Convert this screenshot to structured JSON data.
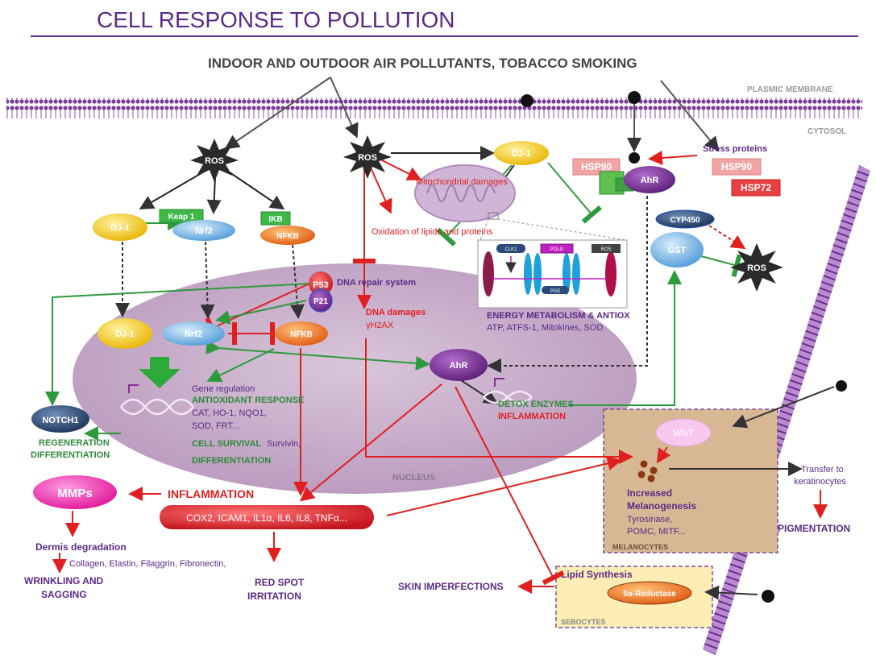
{
  "title": "CELL RESPONSE TO POLLUTION",
  "pollutants": "INDOOR AND OUTDOOR AIR POLLUTANTS, TOBACCO SMOKING",
  "membrane": {
    "label": "PLASMIC MEMBRANE",
    "cytosol": "CYTOSOL"
  },
  "ros": {
    "left": "ROS",
    "center": "ROS",
    "right": "ROS"
  },
  "nodes": {
    "dj1_top": "DJ-1",
    "dj1_left": "DJ-1",
    "dj1_nucleus": "DJ-1",
    "keap1": "Keap 1",
    "nrf2_cyto": "Nrf2",
    "nrf2_nucleus": "Nrf2",
    "ikb": "IKB",
    "nfkb_cyto": "NFKB",
    "nfkb_nucleus": "NFKB",
    "p53": "P53",
    "p21": "P21",
    "ahr_cyto": "AhR",
    "ahr_nucleus": "AhR",
    "hsp90_left": "HSP90",
    "hsp90_right": "HSP90",
    "hsp72": "HSP72",
    "cyp450": "CYP450",
    "gst": "GST",
    "notch1": "NOTCH1",
    "mmps": "MMPs",
    "wnt": "WNT",
    "reductase": "5α-Reductase"
  },
  "text": {
    "stress_proteins": "Stress proteins",
    "mito_damages": "Mitochondrial damages",
    "oxidation": "Oxidation of lipids and proteins",
    "dna_repair": "DNA repair system",
    "dna_damages": "DNA damages",
    "h2ax": "γH2AX",
    "energy_title": "ENERGY METABOLISM & ANTIOX",
    "energy_sub": "ATP, ATFS-1, Mitokines, SOD",
    "gene_regulation": "Gene regulation",
    "antioxidant_response": "ANTIOXIDANT RESPONSE",
    "antiox_list1": "CAT, HO-1, NQO1,",
    "antiox_list2": "SOD, FRT...",
    "cell_survival": "CELL SURVIVAL",
    "survivin": "Survivin,",
    "differentiation": "DIFFERENTIATION",
    "regeneration": "REGENERATION",
    "regen_differentiation": "DIFFERENTIATION",
    "detox": "DETOX ENZYMES",
    "inflammation_small": "INFLAMMATION",
    "nucleus": "NUCLEUS",
    "inflammation": "INFLAMMATION",
    "cytokines": "COX2, ICAM1, IL1α, IL6, IL8, TNFα...",
    "dermis": "Dermis degradation",
    "matrix": "Collagen, Elastin, Filaggrin, Fibronectin,",
    "wrinkling1": "WRINKLING AND",
    "wrinkling2": "SAGGING",
    "redspot1": "RED SPOT",
    "redspot2": "IRRITATION",
    "increased": "Increased",
    "melanogenesis": "Melanogenesis",
    "tyrosinase": "Tyrosinase,",
    "pomc": "POMC, MITF...",
    "transfer1": "Transfer to",
    "transfer2": "keratinocytes",
    "pigmentation": "PIGMENTATION",
    "melanocytes": "MELANOCYTES",
    "lipid": "Lipid Synthesis",
    "sebocytes": "SEBOCYTES",
    "imperfections": "SKIN IMPERFECTIONS"
  },
  "mito_inset": {
    "clk1": "CLK1",
    "polg": "POLG",
    "ros": "ROS",
    "pgs": "PGE"
  },
  "colors": {
    "title": "#5b2a86",
    "purple": "#6b2c91",
    "red_arrow": "#e02020",
    "green_arrow": "#2e9a3c",
    "dark_arrow": "#333333",
    "nucleus": "#cbb2cc",
    "yellow_node": "#f2c811",
    "blue_node": "#6fb4e8",
    "orange_node": "#f47b20",
    "green_node": "#3fb848"
  }
}
